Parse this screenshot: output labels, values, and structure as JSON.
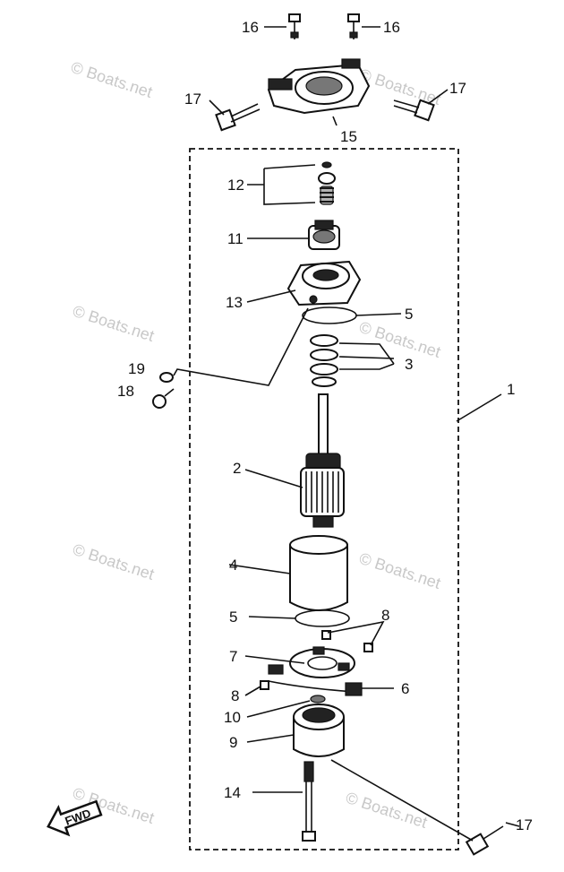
{
  "watermark": "© Boats.net",
  "fwd_label": "FWD",
  "callouts": [
    {
      "id": "c1",
      "text": "1"
    },
    {
      "id": "c2",
      "text": "2"
    },
    {
      "id": "c3",
      "text": "3"
    },
    {
      "id": "c4",
      "text": "4"
    },
    {
      "id": "c5a",
      "text": "5"
    },
    {
      "id": "c5b",
      "text": "5"
    },
    {
      "id": "c6",
      "text": "6"
    },
    {
      "id": "c7",
      "text": "7"
    },
    {
      "id": "c8a",
      "text": "8"
    },
    {
      "id": "c8b",
      "text": "8"
    },
    {
      "id": "c9",
      "text": "9"
    },
    {
      "id": "c10",
      "text": "10"
    },
    {
      "id": "c11",
      "text": "11"
    },
    {
      "id": "c12",
      "text": "12"
    },
    {
      "id": "c13",
      "text": "13"
    },
    {
      "id": "c14",
      "text": "14"
    },
    {
      "id": "c15",
      "text": "15"
    },
    {
      "id": "c16a",
      "text": "16"
    },
    {
      "id": "c16b",
      "text": "16"
    },
    {
      "id": "c17a",
      "text": "17"
    },
    {
      "id": "c17b",
      "text": "17"
    },
    {
      "id": "c17c",
      "text": "17"
    },
    {
      "id": "c18",
      "text": "18"
    },
    {
      "id": "c19",
      "text": "19"
    }
  ]
}
